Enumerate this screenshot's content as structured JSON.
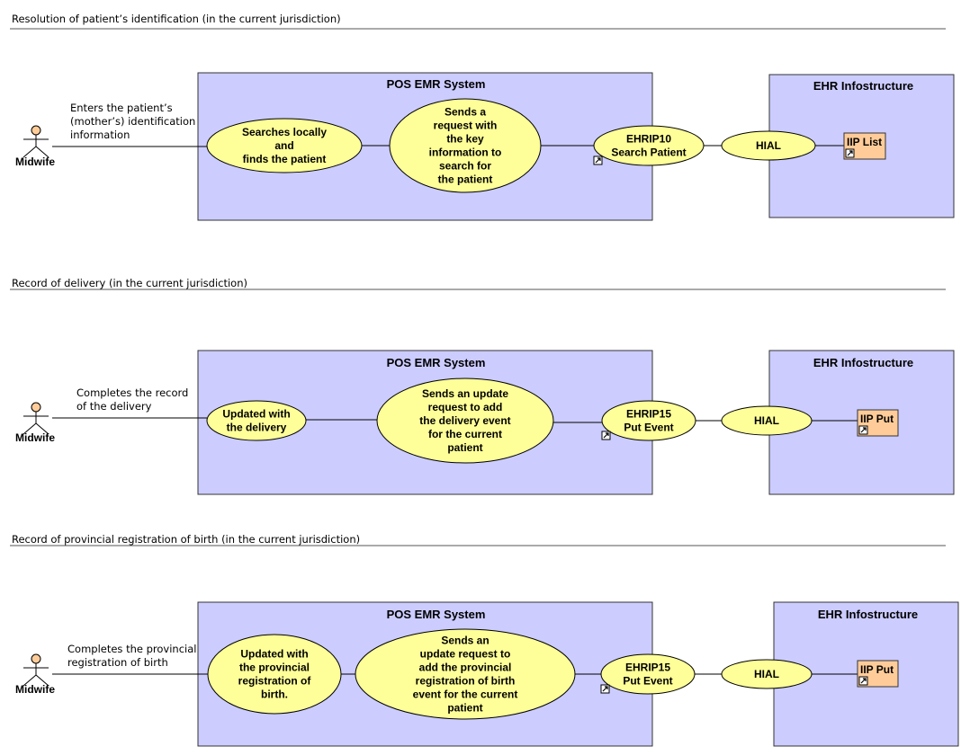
{
  "colors": {
    "system_fill": "#ccccff",
    "usecase_fill": "#ffff99",
    "component_fill": "#ffcc99",
    "actor_head": "#ffcc99",
    "line": "#000000"
  },
  "icons": {
    "actor": "stick-figure-icon",
    "link": "shortcut-arrow-icon"
  },
  "sections": [
    {
      "title": "Resolution of patient’s identification (in the current jurisdiction)",
      "actor": "Midwife",
      "note": [
        "Enters the patient’s",
        "(mother’s) identification",
        "information"
      ],
      "emr_title": "POS EMR System",
      "local_case": [
        "Searches locally",
        "and",
        "finds the patient"
      ],
      "request_case": [
        "Sends a",
        "request with",
        "the key",
        "information to",
        "search for",
        "the patient"
      ],
      "ehrip_case": [
        "EHRIP10",
        "Search Patient"
      ],
      "hial": "HIAL",
      "ehr_title": "EHR Infostructure",
      "component": "IIP List"
    },
    {
      "title": "Record of delivery (in the current jurisdiction)",
      "actor": "Midwife",
      "note": [
        "Completes the record",
        "of the delivery"
      ],
      "emr_title": "POS EMR System",
      "local_case": [
        "Updated with",
        "the delivery"
      ],
      "request_case": [
        "Sends an update",
        "request to add",
        "the delivery event",
        "for the current",
        "patient"
      ],
      "ehrip_case": [
        "EHRIP15",
        "Put Event"
      ],
      "hial": "HIAL",
      "ehr_title": "EHR Infostructure",
      "component": "IIP Put"
    },
    {
      "title": "Record of provincial registration of birth (in the current jurisdiction)",
      "actor": "Midwife",
      "note": [
        "Completes the provincial",
        "registration of birth"
      ],
      "emr_title": "POS EMR System",
      "local_case": [
        "Updated with",
        "the provincial",
        "registration of",
        "birth."
      ],
      "request_case": [
        "Sends an",
        "update request to",
        "add the provincial",
        "registration of birth",
        "event for the current",
        "patient"
      ],
      "ehrip_case": [
        "EHRIP15",
        "Put Event"
      ],
      "hial": "HIAL",
      "ehr_title": "EHR Infostructure",
      "component": "IIP Put"
    }
  ]
}
